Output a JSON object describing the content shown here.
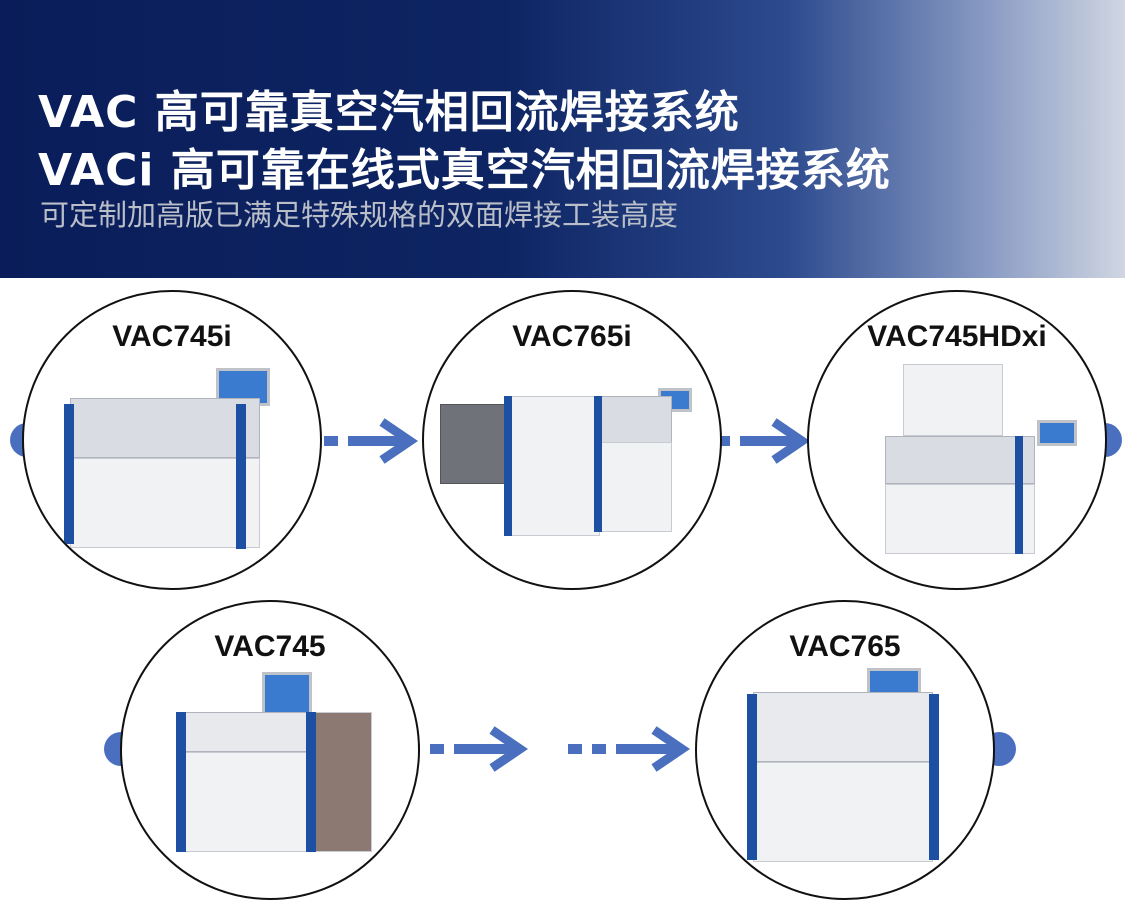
{
  "header": {
    "title_line1": "VAC 高可靠真空汽相回流焊接系统",
    "title_line2": "VACi 高可靠在线式真空汽相回流焊接系统",
    "subtitle": "可定制加高版已满足特殊规格的双面焊接工装高度"
  },
  "products": [
    {
      "label": "VAC745i"
    },
    {
      "label": "VAC765i"
    },
    {
      "label": "VAC745HDxi"
    },
    {
      "label": "VAC745"
    },
    {
      "label": "VAC765"
    }
  ],
  "colors": {
    "accent": "#4a6fbf",
    "header_dark": "#0a1d5a",
    "machine_blue": "#1d4fa3"
  }
}
